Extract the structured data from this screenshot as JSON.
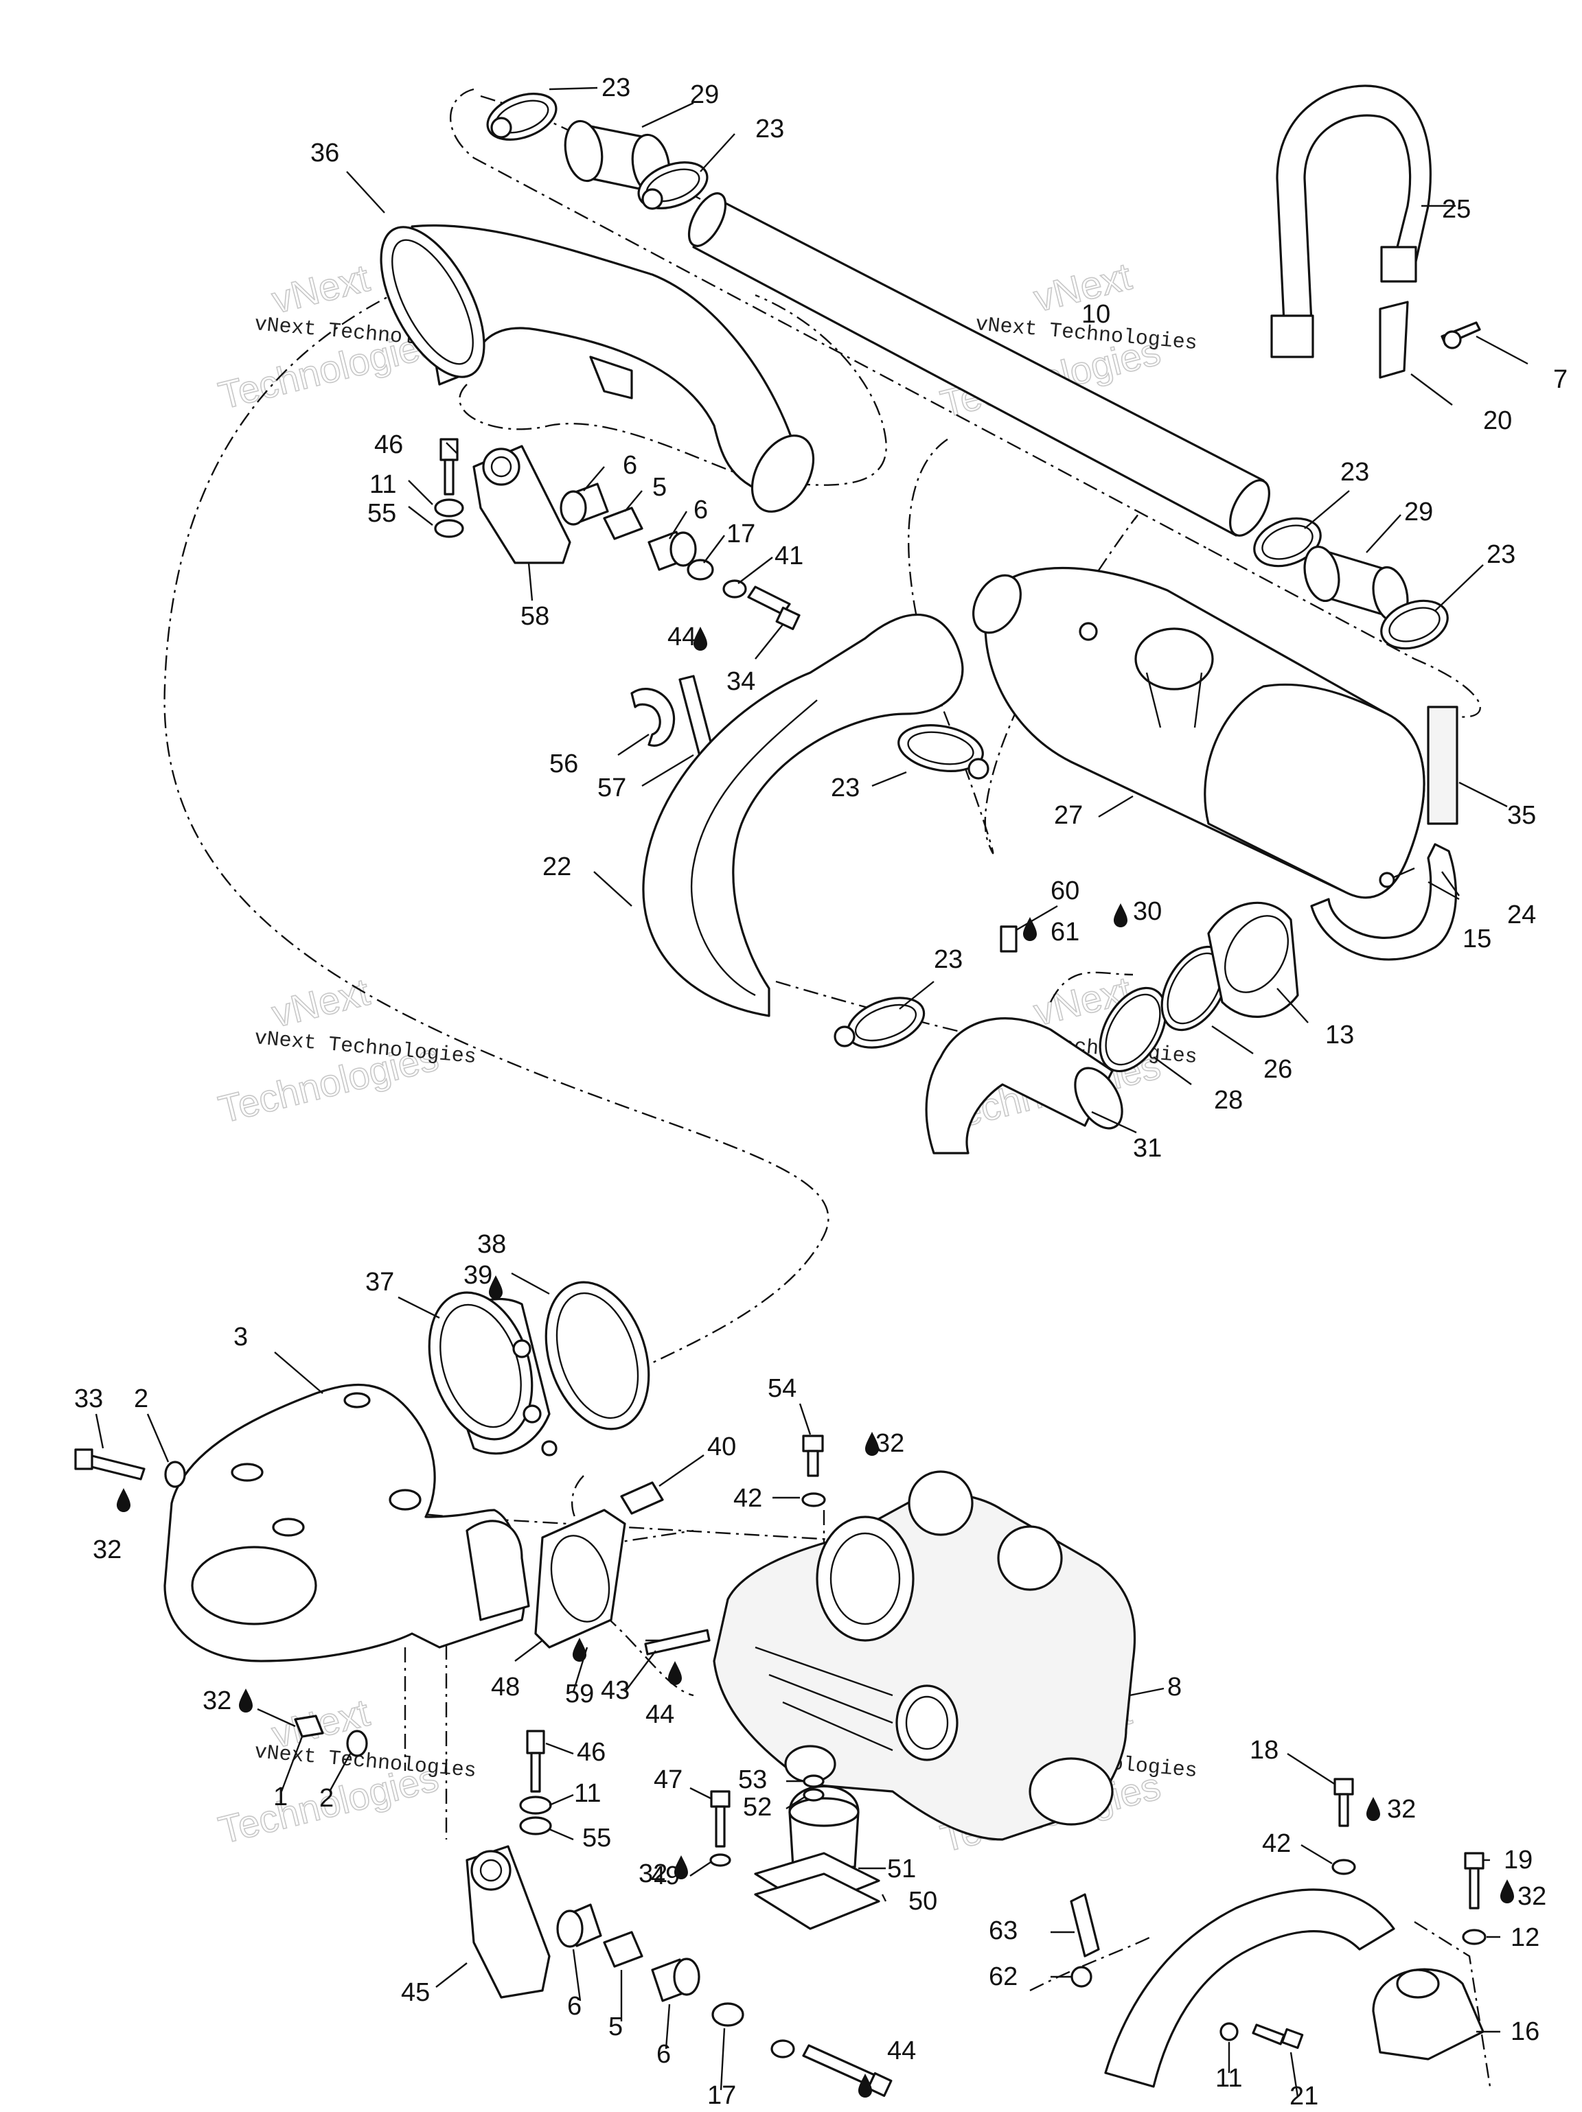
{
  "callouts": [
    {
      "id": "c23a",
      "text": "23"
    },
    {
      "id": "c29a",
      "text": "29"
    },
    {
      "id": "c23b",
      "text": "23"
    },
    {
      "id": "c36",
      "text": "36"
    },
    {
      "id": "c10",
      "text": "10"
    },
    {
      "id": "c25",
      "text": "25"
    },
    {
      "id": "c7",
      "text": "7"
    },
    {
      "id": "c20",
      "text": "20"
    },
    {
      "id": "c46a",
      "text": "46"
    },
    {
      "id": "c6a",
      "text": "6"
    },
    {
      "id": "c5a",
      "text": "5"
    },
    {
      "id": "c11a",
      "text": "11"
    },
    {
      "id": "c6b",
      "text": "6"
    },
    {
      "id": "c55a",
      "text": "55"
    },
    {
      "id": "c17a",
      "text": "17"
    },
    {
      "id": "c41",
      "text": "41"
    },
    {
      "id": "c58",
      "text": "58"
    },
    {
      "id": "c44a",
      "text": "44"
    },
    {
      "id": "c34",
      "text": "34"
    },
    {
      "id": "c23c",
      "text": "23"
    },
    {
      "id": "c29b",
      "text": "29"
    },
    {
      "id": "c23d",
      "text": "23"
    },
    {
      "id": "c56",
      "text": "56"
    },
    {
      "id": "c57",
      "text": "57"
    },
    {
      "id": "c23e",
      "text": "23"
    },
    {
      "id": "c27",
      "text": "27"
    },
    {
      "id": "c35",
      "text": "35"
    },
    {
      "id": "c22",
      "text": "22"
    },
    {
      "id": "c60",
      "text": "60"
    },
    {
      "id": "c61",
      "text": "61"
    },
    {
      "id": "c30",
      "text": "30"
    },
    {
      "id": "c24",
      "text": "24"
    },
    {
      "id": "c15",
      "text": "15"
    },
    {
      "id": "c23f",
      "text": "23"
    },
    {
      "id": "c13",
      "text": "13"
    },
    {
      "id": "c26",
      "text": "26"
    },
    {
      "id": "c28",
      "text": "28"
    },
    {
      "id": "c31",
      "text": "31"
    },
    {
      "id": "c38",
      "text": "38"
    },
    {
      "id": "c39",
      "text": "39"
    },
    {
      "id": "c37",
      "text": "37"
    },
    {
      "id": "c3",
      "text": "3"
    },
    {
      "id": "c33",
      "text": "33"
    },
    {
      "id": "c2a",
      "text": "2"
    },
    {
      "id": "c54",
      "text": "54"
    },
    {
      "id": "c32a",
      "text": "32"
    },
    {
      "id": "c40",
      "text": "40"
    },
    {
      "id": "c42a",
      "text": "42"
    },
    {
      "id": "c32b",
      "text": "32"
    },
    {
      "id": "c8",
      "text": "8"
    },
    {
      "id": "c48",
      "text": "48"
    },
    {
      "id": "c59",
      "text": "59"
    },
    {
      "id": "c43",
      "text": "43"
    },
    {
      "id": "c44b",
      "text": "44"
    },
    {
      "id": "c32c",
      "text": "32"
    },
    {
      "id": "c1",
      "text": "1"
    },
    {
      "id": "c2b",
      "text": "2"
    },
    {
      "id": "c46b",
      "text": "46"
    },
    {
      "id": "c11b",
      "text": "11"
    },
    {
      "id": "c55b",
      "text": "55"
    },
    {
      "id": "c47",
      "text": "47"
    },
    {
      "id": "c53",
      "text": "53"
    },
    {
      "id": "c52",
      "text": "52"
    },
    {
      "id": "c32d",
      "text": "32"
    },
    {
      "id": "c49",
      "text": "49"
    },
    {
      "id": "c51",
      "text": "51"
    },
    {
      "id": "c50",
      "text": "50"
    },
    {
      "id": "c18",
      "text": "18"
    },
    {
      "id": "c32e",
      "text": "32"
    },
    {
      "id": "c42b",
      "text": "42"
    },
    {
      "id": "c19",
      "text": "19"
    },
    {
      "id": "c32f",
      "text": "32"
    },
    {
      "id": "c12",
      "text": "12"
    },
    {
      "id": "c63",
      "text": "63"
    },
    {
      "id": "c62",
      "text": "62"
    },
    {
      "id": "c45",
      "text": "45"
    },
    {
      "id": "c6c",
      "text": "6"
    },
    {
      "id": "c5b",
      "text": "5"
    },
    {
      "id": "c6d",
      "text": "6"
    },
    {
      "id": "c17b",
      "text": "17"
    },
    {
      "id": "c44c",
      "text": "44"
    },
    {
      "id": "c11c",
      "text": "11"
    },
    {
      "id": "c21",
      "text": "21"
    },
    {
      "id": "c16",
      "text": "16"
    }
  ],
  "watermark": {
    "line1": "vNext Technologies",
    "line2a": "vNext",
    "line2b": "Technologies"
  }
}
